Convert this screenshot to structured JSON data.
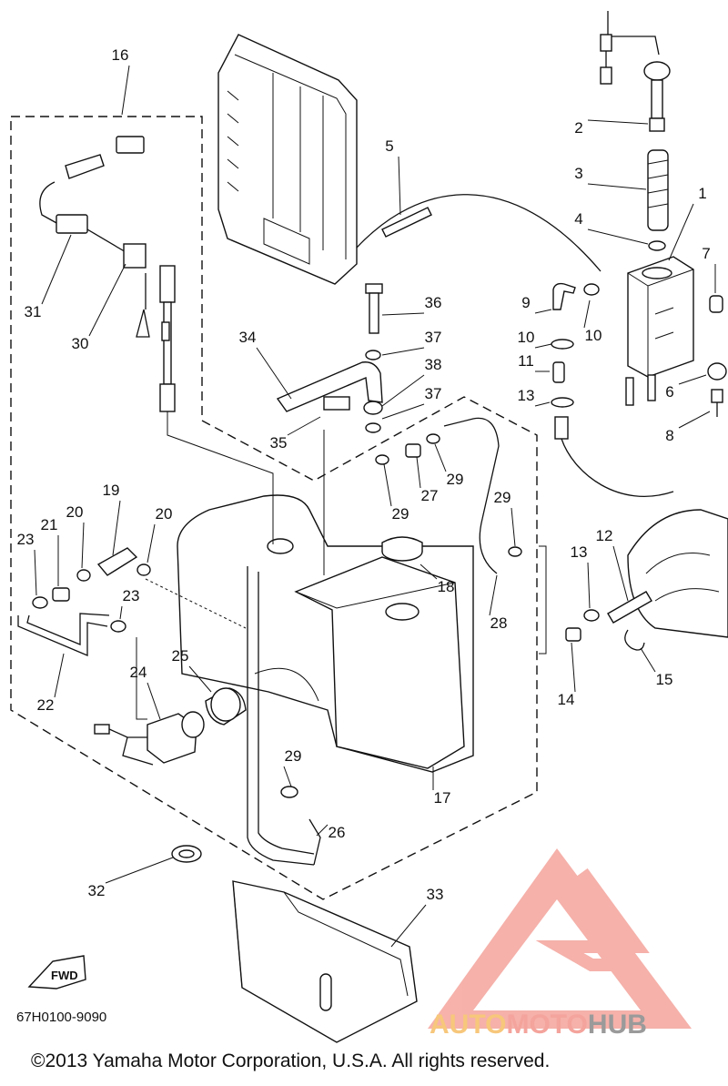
{
  "diagram": {
    "part_numbers": [
      "1",
      "2",
      "3",
      "4",
      "5",
      "6",
      "7",
      "8",
      "9",
      "10",
      "10",
      "11",
      "12",
      "13",
      "13",
      "14",
      "15",
      "16",
      "17",
      "18",
      "19",
      "20",
      "20",
      "21",
      "22",
      "23",
      "23",
      "24",
      "25",
      "26",
      "27",
      "28",
      "29",
      "29",
      "29",
      "29",
      "30",
      "31",
      "32",
      "33",
      "34",
      "35",
      "36",
      "37",
      "37",
      "38"
    ],
    "drawing_code": "67H0100-9090",
    "fwd_label": "FWD",
    "copyright": "©2013 Yamaha Motor Corporation, U.S.A. All rights reserved."
  },
  "watermark": {
    "prefix": "AUTO",
    "middle": "MOTO",
    "suffix": "HUB",
    "colors": {
      "logo": "#f4a49c",
      "prefix": "#f7c77b",
      "middle": "#f4a49c",
      "suffix": "#9a9a9a"
    }
  }
}
